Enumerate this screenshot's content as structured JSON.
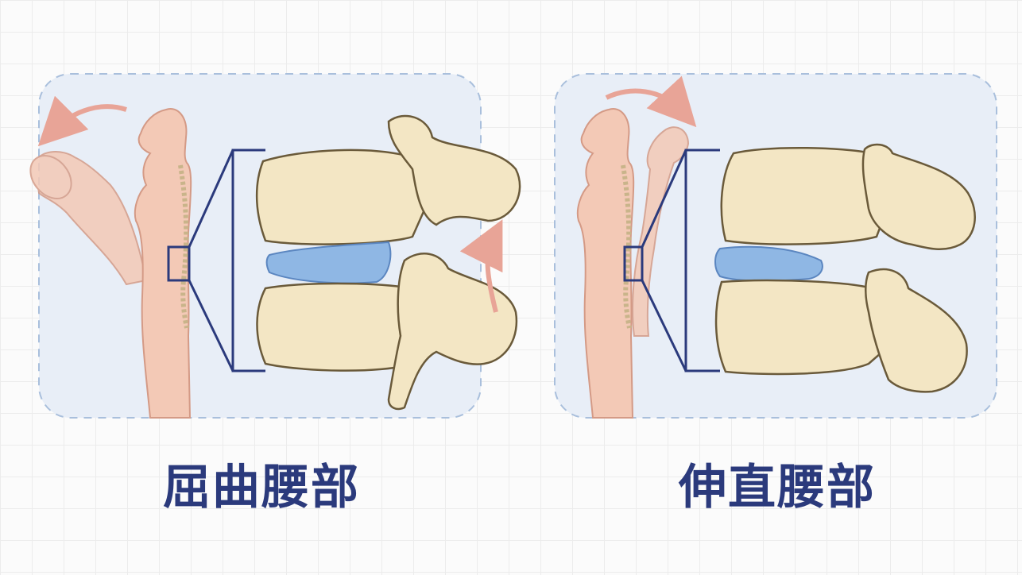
{
  "panels": [
    {
      "caption": "屈曲腰部",
      "posture": "flexion",
      "arrow_color": "#e8a497",
      "figure_color": "#f3c9b6",
      "disc_color": "#8fb7e4",
      "bone_color": "#f3e6c4"
    },
    {
      "caption": "伸直腰部",
      "posture": "extension",
      "arrow_color": "#e8a497",
      "figure_color": "#f3c9b6",
      "disc_color": "#8fb7e4",
      "bone_color": "#f3e6c4"
    }
  ]
}
